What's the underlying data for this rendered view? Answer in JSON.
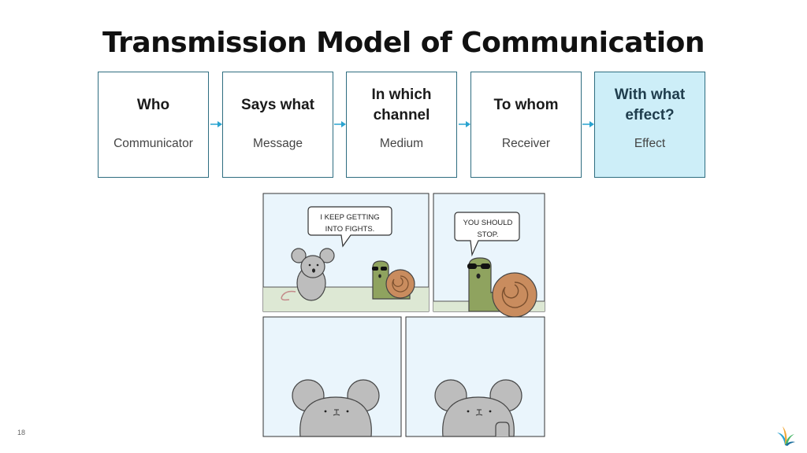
{
  "slide": {
    "title": "Transmission Model of Communication",
    "page_number": "18"
  },
  "flow": {
    "boxes": [
      {
        "heading": "Who",
        "label": "Communicator"
      },
      {
        "heading": "Says what",
        "label": "Message"
      },
      {
        "heading": "In which channel",
        "label": "Medium"
      },
      {
        "heading": "To whom",
        "label": "Receiver"
      },
      {
        "heading": "With what effect?",
        "label": "Effect"
      }
    ],
    "highlighted_box": 4
  },
  "comic": {
    "bubble_1": [
      "I KEEP GETTING",
      "INTO FIGHTS."
    ],
    "bubble_2": [
      "YOU SHOULD",
      "STOP."
    ]
  },
  "colors": {
    "box_border": "#2e6d80",
    "highlight_fill": "#cdeef8",
    "arrow": "#29a3d0",
    "panel_bg": "#eaf5fc"
  }
}
